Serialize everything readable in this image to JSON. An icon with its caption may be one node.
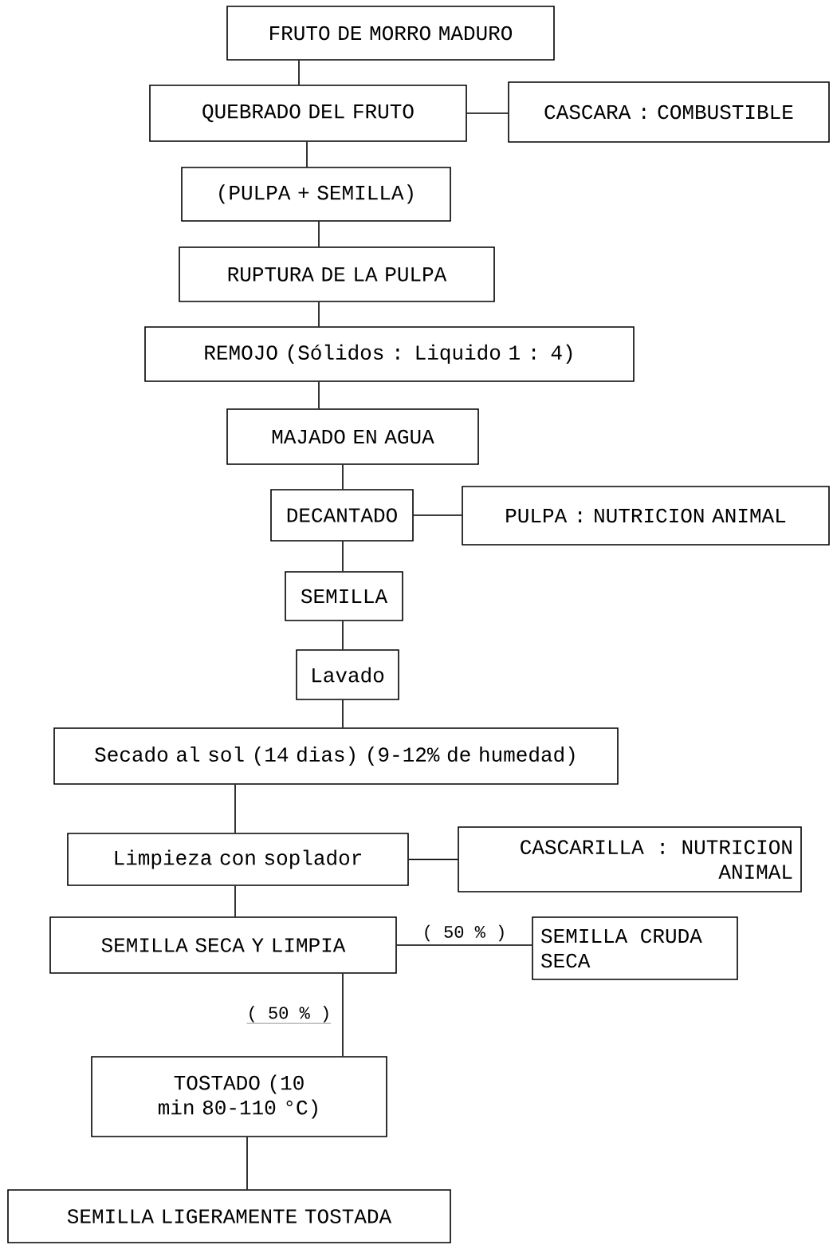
{
  "diagram": {
    "nodes": [
      {
        "text": [
          "FRUTO DE MORRO MADURO"
        ]
      },
      {
        "text": [
          "QUEBRADO DEL FRUTO"
        ]
      },
      {
        "text": [
          "CASCARA : COMBUSTIBLE"
        ]
      },
      {
        "text": [
          "(PULPA + SEMILLA)"
        ]
      },
      {
        "text": [
          "RUPTURA DE LA PULPA"
        ]
      },
      {
        "text": [
          "REMOJO (Sólidos : Liquido 1 : 4)"
        ]
      },
      {
        "text": [
          "MAJADO EN AGUA"
        ]
      },
      {
        "text": [
          "DECANTADO"
        ]
      },
      {
        "text": [
          "PULPA : NUTRICION ANIMAL"
        ]
      },
      {
        "text": [
          "SEMILLA"
        ]
      },
      {
        "text": [
          "Lavado"
        ]
      },
      {
        "text": [
          "Secado al sol (14 dias) (9-12% de humedad)"
        ]
      },
      {
        "text": [
          "Limpieza con soplador"
        ]
      },
      {
        "text": [
          "CASCARILLA : NUTRICION ANIMAL"
        ]
      },
      {
        "text": [
          "SEMILLA SECA Y LIMPIA"
        ]
      },
      {
        "text": [
          "SEMILLA CRUDA SECA"
        ]
      },
      {
        "text": [
          "TOSTADO (10 min 80-110 °C)"
        ]
      },
      {
        "text": [
          "SEMILLA LIGERAMENTE TOSTADA"
        ]
      }
    ],
    "edges": [
      {
        "from": 0,
        "to": 1,
        "arrow": "none"
      },
      {
        "from": 1,
        "to": 2,
        "arrow": "none"
      },
      {
        "from": 1,
        "to": 3,
        "arrow": "none"
      },
      {
        "from": 3,
        "to": 4,
        "arrow": "none"
      },
      {
        "from": 4,
        "to": 5,
        "arrow": "none"
      },
      {
        "from": 5,
        "to": 6,
        "arrow": "none"
      },
      {
        "from": 6,
        "to": 7,
        "arrow": "none"
      },
      {
        "from": 7,
        "to": 8,
        "arrow": "none"
      },
      {
        "from": 7,
        "to": 9,
        "arrow": "none"
      },
      {
        "from": 9,
        "to": 10,
        "arrow": "none"
      },
      {
        "from": 10,
        "to": 11,
        "arrow": "none"
      },
      {
        "from": 11,
        "to": 12,
        "arrow": "none"
      },
      {
        "from": 12,
        "to": 13,
        "arrow": "none"
      },
      {
        "from": 12,
        "to": 14,
        "arrow": "none"
      },
      {
        "from": 14,
        "to": 15,
        "label": "( 50 % )",
        "arrow": "none"
      },
      {
        "from": 14,
        "to": 16,
        "label": "( 50 % )",
        "arrow": "none"
      },
      {
        "from": 16,
        "to": 17,
        "arrow": "none"
      }
    ]
  }
}
